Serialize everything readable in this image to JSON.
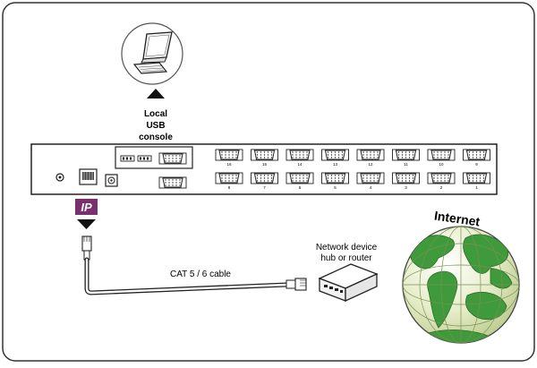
{
  "console": {
    "label_line1": "Local",
    "label_line2": "USB",
    "label_line3": "console"
  },
  "ports": {
    "top_labels": [
      "16",
      "15",
      "14",
      "13",
      "12",
      "11",
      "10",
      "9"
    ],
    "bottom_labels": [
      "8",
      "7",
      "6",
      "5",
      "4",
      "3",
      "2",
      "1"
    ]
  },
  "ip_badge": {
    "text": "IP"
  },
  "cable": {
    "label": "CAT 5 / 6 cable"
  },
  "network_device": {
    "label_line1": "Network device",
    "label_line2": "hub or router"
  },
  "globe": {
    "label": "Internet"
  },
  "colors": {
    "ip_badge": "#7a2f6e",
    "globe_land": "#3e9a3a",
    "globe_ocean": "#e4ecc6",
    "outline": "#222222"
  }
}
